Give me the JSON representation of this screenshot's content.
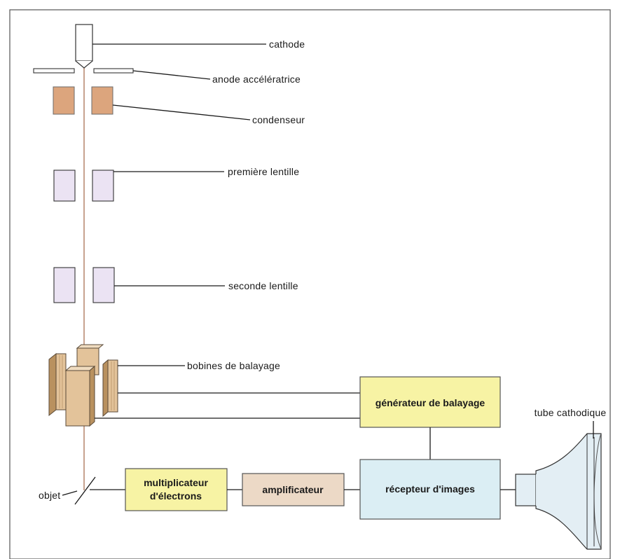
{
  "labels": {
    "cathode": "cathode",
    "anode": "anode accélératrice",
    "condenseur": "condenseur",
    "premiere_lentille": "première lentille",
    "seconde_lentille": "seconde lentille",
    "bobines": "bobines de balayage",
    "tube": "tube cathodique",
    "objet": "objet"
  },
  "boxes": {
    "generateur": "générateur de balayage",
    "multiplicateur_1": "multiplicateur",
    "multiplicateur_2": "d'électrons",
    "amplificateur": "amplificateur",
    "recepteur": "récepteur d'images"
  },
  "colors": {
    "beam": "#b98a72",
    "condenseur": "#dca57d",
    "lens": "#ebe3f3",
    "coil": "#e3c39a",
    "generator_box": "#f7f3a4",
    "multiplier_box": "#f7f3a4",
    "amplifier_box": "#ecd9c6",
    "receiver_box": "#dbeef4",
    "tube": "#e3eef4"
  }
}
